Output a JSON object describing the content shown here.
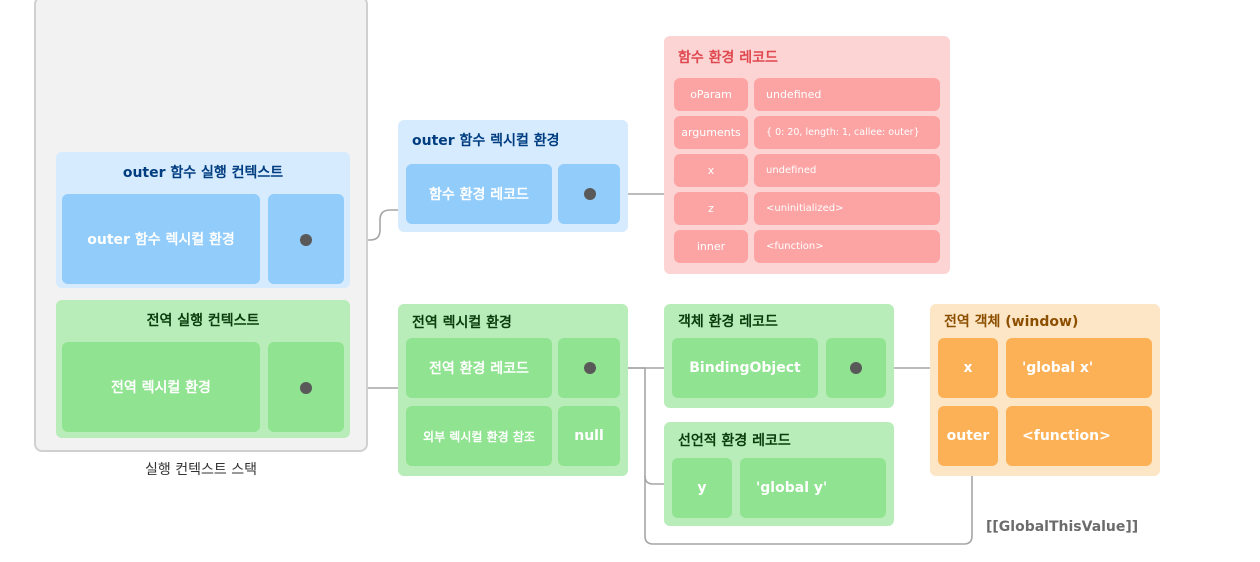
{
  "stack": {
    "label": "실행 컨텍스트 스택",
    "outer_context": {
      "title": "outer 함수 실행 컨텍스트",
      "lexical_env": "outer 함수 렉시컬 환경"
    },
    "global_context": {
      "title": "전역 실행 컨텍스트",
      "lexical_env": "전역 렉시컬 환경"
    }
  },
  "outer_lexical_env": {
    "title": "outer 함수 렉시컬 환경",
    "record": "함수 환경 레코드"
  },
  "function_env_record": {
    "title": "함수 환경 레코드",
    "rows": [
      {
        "key": "oParam",
        "value": "undefined"
      },
      {
        "key": "arguments",
        "value": "{ 0: 20, length: 1, callee: outer}"
      },
      {
        "key": "x",
        "value": "undefined"
      },
      {
        "key": "z",
        "value": "<uninitialized>"
      },
      {
        "key": "inner",
        "value": "<function>"
      }
    ]
  },
  "global_lexical_env": {
    "title": "전역 렉시컬 환경",
    "record": "전역 환경 레코드",
    "outer_ref": "외부 렉시컬 환경 참조",
    "outer_ref_value": "null"
  },
  "object_env_record": {
    "title": "객체 환경 레코드",
    "binding": "BindingObject"
  },
  "declarative_env_record": {
    "title": "선언적 환경 레코드",
    "key": "y",
    "value": "'global y'"
  },
  "global_object": {
    "title": "전역 객체 (window)",
    "rows": [
      {
        "key": "x",
        "value": "'global x'"
      },
      {
        "key": "outer",
        "value": "<function>"
      }
    ]
  },
  "global_this_label": "[[GlobalThisValue]]",
  "colors": {
    "blue": "#91ccfb",
    "green": "#90e390",
    "red": "#fca4a4",
    "orange": "#fdb157",
    "connector": "#a6a6a6",
    "dot": "#595959"
  }
}
